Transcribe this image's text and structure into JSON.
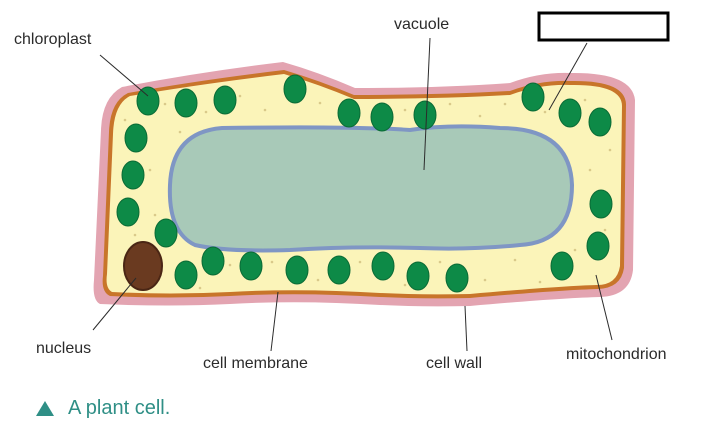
{
  "labels": {
    "chloroplast": "chloroplast",
    "vacuole": "vacuole",
    "nucleus": "nucleus",
    "cell_membrane": "cell membrane",
    "cell_wall": "cell wall",
    "mitochondrion": "mitochondrion",
    "blank_label": ""
  },
  "caption": {
    "marker": "▲",
    "text": "A plant cell."
  },
  "colors": {
    "cell_wall": "#e3a4b1",
    "cell_membrane": "#c8752a",
    "cytoplasm": "#fbf4b9",
    "vacuole": "#a8c9b8",
    "vacuole_edge": "#7f96c4",
    "chloroplast": "#0d8a47",
    "nucleus": "#6a3a20",
    "caption": "#2f8f86"
  }
}
